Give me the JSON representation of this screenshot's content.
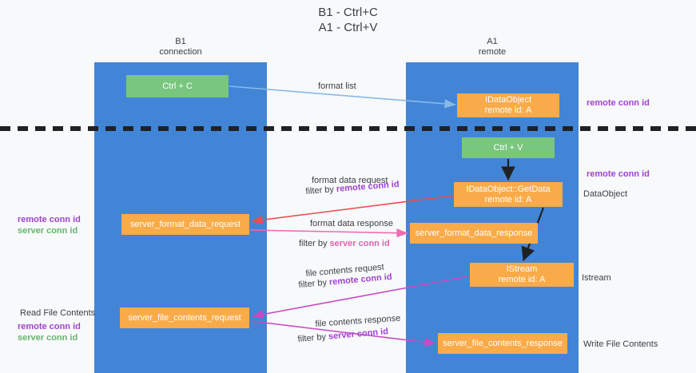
{
  "title": {
    "line1": "B1 - Ctrl+C",
    "line2": "A1 - Ctrl+V"
  },
  "columns": {
    "left": {
      "name": "B1",
      "role": "connection"
    },
    "right": {
      "name": "A1",
      "role": "remote"
    }
  },
  "nodes": {
    "ctrl_c": {
      "label": "Ctrl + C",
      "color": "#79c67f"
    },
    "idataobject": {
      "line1": "IDataObject",
      "line2": "remote id: A",
      "color": "#f9ab49"
    },
    "ctrl_v": {
      "label": "Ctrl + V",
      "color": "#79c67f"
    },
    "getdata": {
      "line1": "IDataObject::GetData",
      "line2": "remote id: A",
      "color": "#f9ab49"
    },
    "server_format_data_request": {
      "label": "server_format_data_request",
      "color": "#f9ab49"
    },
    "server_format_data_response": {
      "label": "server_format_data_response",
      "color": "#f9ab49"
    },
    "istream": {
      "line1": "IStream",
      "line2": "remote id: A",
      "color": "#f9ab49"
    },
    "server_file_contents_request": {
      "label": "server_file_contents_request",
      "color": "#f9ab49"
    },
    "server_file_contents_response": {
      "label": "server_file_contents_response",
      "color": "#f9ab49"
    }
  },
  "edges": {
    "format_list": "format list",
    "format_data_request": "format data request",
    "format_data_request_filter_prefix": "filter by ",
    "format_data_request_filter_key": "remote conn id",
    "format_data_response": "format data response",
    "format_data_response_filter_prefix": "filter by ",
    "format_data_response_filter_key": "server conn id",
    "file_contents_request": "file contents request",
    "file_contents_request_filter_prefix": "filter by ",
    "file_contents_request_filter_key": "remote conn id",
    "file_contents_response": "file contents response",
    "file_contents_response_filter_prefix": "filter by ",
    "file_contents_response_filter_key": "server conn id"
  },
  "annotations": {
    "right_remote_conn_id_top": "remote conn id",
    "right_remote_conn_id_mid": "remote conn id",
    "right_dataobject": "DataObject",
    "right_istream": "Istream",
    "right_write_file_contents": "Write File Contents",
    "left_remote_conn_id": "remote conn id",
    "left_server_conn_id": "server conn id",
    "left_read_file_contents": "Read File Contents",
    "left_remote_conn_id_2": "remote conn id",
    "left_server_conn_id_2": "server conn id"
  },
  "colors": {
    "lane": "#4285d6",
    "orange": "#f9ab49",
    "green": "#79c67f",
    "purple": "#a142cf",
    "green_text": "#64b66c",
    "pink": "#e75fb0",
    "red_arrow": "#ea4d52",
    "blue_arrow": "#87b9e8",
    "magenta_arrow": "#c94ac4",
    "black": "#202124",
    "background": "#f8f9fa"
  }
}
